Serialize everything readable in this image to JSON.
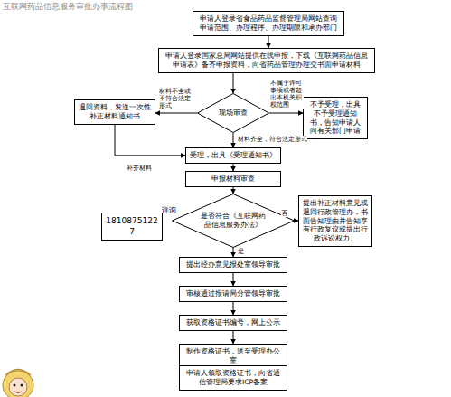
{
  "diagram": {
    "title": "互联网药品信息服务审批办事流程图",
    "nodes": [
      {
        "text": [
          "申请人登录省食品药品监督管理局网站查询申请范围、办理程序、办理期限和承办部门"
        ]
      },
      {
        "text": [
          "申请人登录国家总局网站提供在线申报，下载《互联网药品信息申请表》备齐申报资料，向省药品管理办理交书面申请材料"
        ]
      },
      {
        "text": [
          "现场审查"
        ]
      },
      {
        "text": [
          "退回资料，发送一次性补正材料通知书"
        ]
      },
      {
        "text": [
          "不予受理，出具不予受理通知书，告知申请人向有关部门申请"
        ]
      },
      {
        "text": [
          "受理，出具《受理通知书》"
        ]
      },
      {
        "text": [
          "申报材料审查"
        ]
      },
      {
        "text": [
          "18108751227"
        ]
      },
      {
        "text": [
          "是否符合《互联网药品信息服务办法》"
        ]
      },
      {
        "text": [
          "提出补正材料意见或退回行政管理办，书面告知理由并告知享有行政复议或提出行政诉讼权力。"
        ]
      },
      {
        "text": [
          "提出经办意见报处室领导审批"
        ]
      },
      {
        "text": [
          "审核通过报请局分管领导审批"
        ]
      },
      {
        "text": [
          "获取资格证书编号，网上公示"
        ]
      },
      {
        "text": [
          "制作资格证书，送至受理办公室"
        ]
      },
      {
        "text": [
          "申请人领取资格证书，向省通信管理局要求ICP备案"
        ]
      }
    ],
    "edges": [
      {
        "from": 0,
        "to": 1,
        "arrow": "to"
      },
      {
        "from": 1,
        "to": 2,
        "arrow": "to"
      },
      {
        "from": 2,
        "to": 3,
        "label": "材料不全或不符合法定形式",
        "arrow": "to"
      },
      {
        "from": 2,
        "to": 4,
        "label": "不属于许可事项或者超出本机关职权范围",
        "arrow": "to"
      },
      {
        "from": 2,
        "to": 5,
        "label": "材料齐全，符合法定形式",
        "arrow": "to"
      },
      {
        "from": 3,
        "to": 5,
        "label": "补齐材料",
        "arrow": "to"
      },
      {
        "from": 5,
        "to": 6,
        "arrow": "to"
      },
      {
        "from": 6,
        "to": 8,
        "arrow": "to"
      },
      {
        "from": 8,
        "to": 9,
        "label": "否",
        "arrow": "to"
      },
      {
        "from": 8,
        "to": 10,
        "label": "是",
        "arrow": "to"
      },
      {
        "from": 10,
        "to": 11,
        "arrow": "to"
      },
      {
        "from": 11,
        "to": 12,
        "arrow": "to"
      },
      {
        "from": 12,
        "to": 13,
        "arrow": "to"
      },
      {
        "from": 13,
        "to": 14,
        "arrow": "to"
      }
    ],
    "labels": [
      "详询"
    ]
  }
}
